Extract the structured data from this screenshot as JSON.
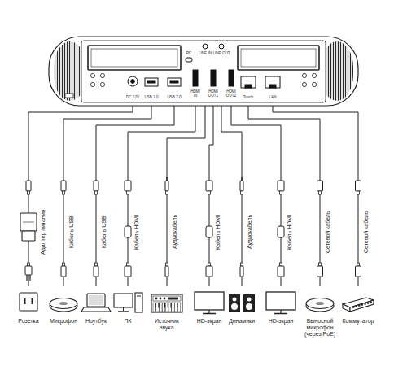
{
  "diagram": {
    "nodes": [
      {
        "text": [
          "DC 12V",
          "USB 2.0",
          "USB 2.0",
          "PC",
          "HDMI IN",
          "LINE IN",
          "HDMI OUT1",
          "LINE OUT",
          "HDMI OUT2",
          "Touch",
          "LAN"
        ]
      },
      {
        "text": [
          "Розетка"
        ]
      },
      {
        "text": [
          "Микрофон"
        ]
      },
      {
        "text": [
          "Ноутбук"
        ]
      },
      {
        "text": [
          "ПК"
        ]
      },
      {
        "text": [
          "Источник звука"
        ]
      },
      {
        "text": [
          "HD-экран"
        ]
      },
      {
        "text": [
          "Динамики"
        ]
      },
      {
        "text": [
          "HD-экран"
        ]
      },
      {
        "text": [
          "Выносной микрофон (через PoE)"
        ]
      },
      {
        "text": [
          "Коммутатор"
        ]
      }
    ],
    "edges": [
      {
        "from": 0,
        "to": 1,
        "label": "Адаптер питания",
        "arrow": "none"
      },
      {
        "from": 0,
        "to": 2,
        "label": "Кабель USB",
        "arrow": "none"
      },
      {
        "from": 0,
        "to": 3,
        "label": "Кабель USB",
        "arrow": "none"
      },
      {
        "from": 0,
        "to": 4,
        "label": "Кабель HDMI",
        "arrow": "none"
      },
      {
        "from": 0,
        "to": 5,
        "label": "Аудиокабель",
        "arrow": "none"
      },
      {
        "from": 0,
        "to": 6,
        "label": "Кабель HDMI",
        "arrow": "none"
      },
      {
        "from": 0,
        "to": 7,
        "label": "Аудиокабель",
        "arrow": "none"
      },
      {
        "from": 0,
        "to": 8,
        "label": "Кабель HDMI",
        "arrow": "none"
      },
      {
        "from": 0,
        "to": 9,
        "label": "Сетевой кабель",
        "arrow": "none"
      },
      {
        "from": 0,
        "to": 10,
        "label": "Сетевой кабель",
        "arrow": "none"
      }
    ]
  }
}
